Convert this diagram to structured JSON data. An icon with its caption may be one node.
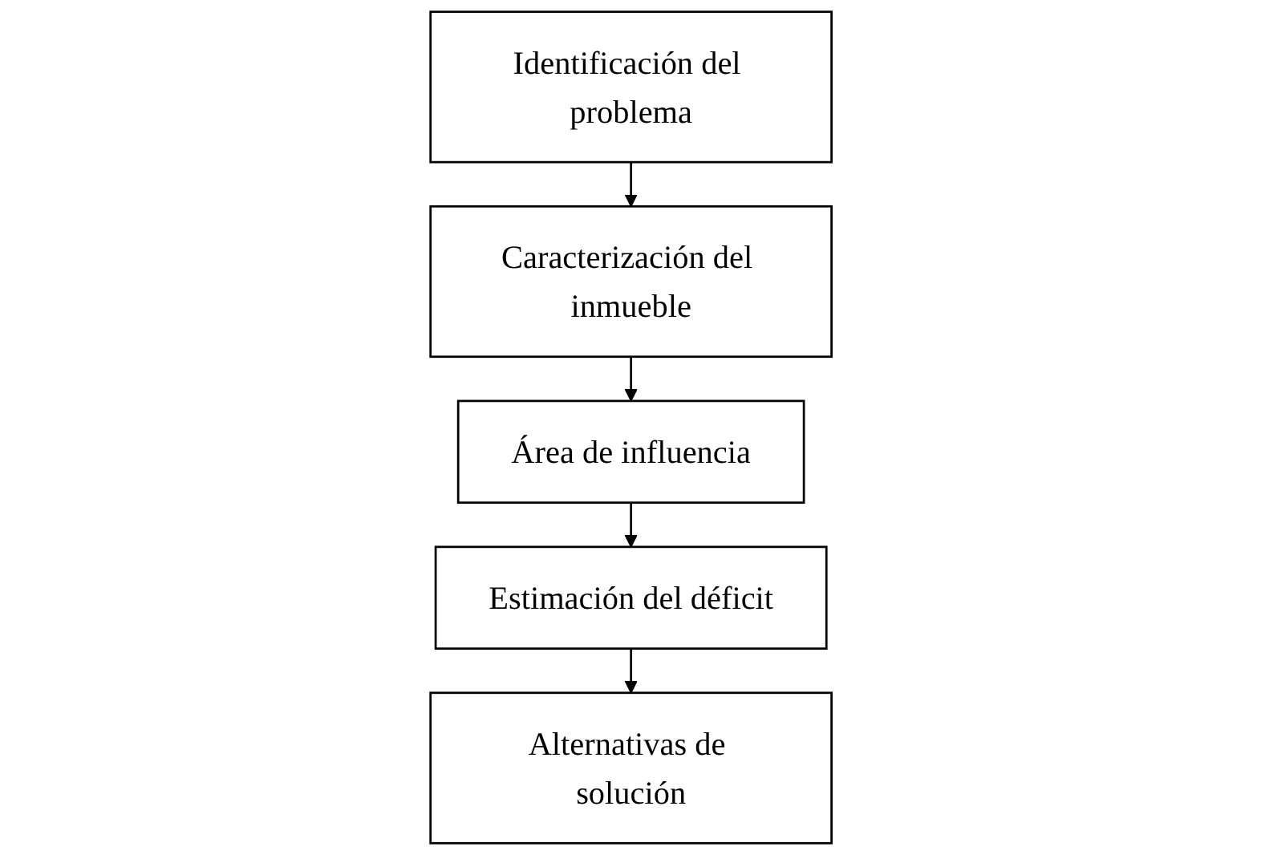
{
  "diagram": {
    "nodes": [
      {
        "text": [
          "Identificación del problema"
        ]
      },
      {
        "text": [
          "Caracterización del inmueble"
        ]
      },
      {
        "text": [
          "Área de influencia"
        ]
      },
      {
        "text": [
          "Estimación del déficit"
        ]
      },
      {
        "text": [
          "Alternativas de solución"
        ]
      }
    ],
    "edges": [
      {
        "from": 0,
        "to": 1,
        "arrow": "to"
      },
      {
        "from": 1,
        "to": 2,
        "arrow": "to"
      },
      {
        "from": 2,
        "to": 3,
        "arrow": "to"
      },
      {
        "from": 3,
        "to": 4,
        "arrow": "to"
      }
    ]
  }
}
